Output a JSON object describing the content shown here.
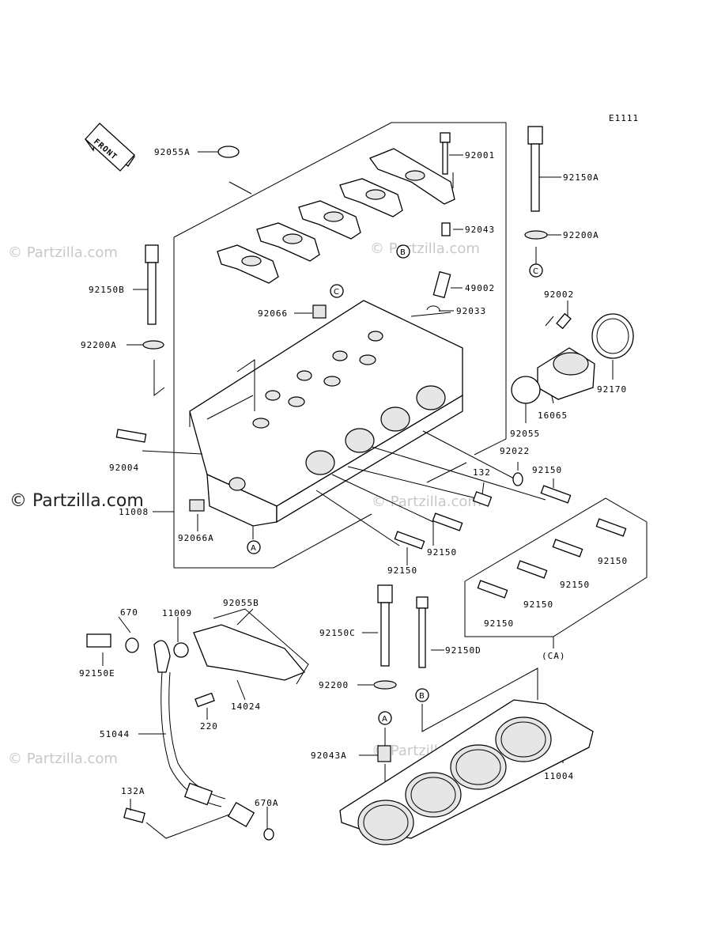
{
  "diagram_code": "E1111",
  "front_label": "FRONT",
  "watermark_text": "© Partzilla.com",
  "callout_letters": {
    "a": "A",
    "b": "B",
    "c": "C"
  },
  "parts": {
    "p92055A": "92055A",
    "p92001": "92001",
    "p92150A": "92150A",
    "p92043": "92043",
    "p92200A_top": "92200A",
    "p92150B": "92150B",
    "p49002": "49002",
    "p92066": "92066",
    "p92033": "92033",
    "p92002": "92002",
    "p92200A_left": "92200A",
    "p92170": "92170",
    "p16065": "16065",
    "p92055": "92055",
    "p92004": "92004",
    "p92022": "92022",
    "p132": "132",
    "p92150_r1": "92150",
    "p11008": "11008",
    "p92066A": "92066A",
    "p92150_a": "92150",
    "p92150_b": "92150",
    "p92150_c1": "92150",
    "p92150_c2": "92150",
    "p92150_c3": "92150",
    "p92150_c4": "92150",
    "pCA": "(CA)",
    "p670": "670",
    "p11009": "11009",
    "p92055B": "92055B",
    "p92150C": "92150C",
    "p92150D": "92150D",
    "p92150E": "92150E",
    "p92200": "92200",
    "p14024": "14024",
    "p220": "220",
    "p51044": "51044",
    "p92043A": "92043A",
    "p11004": "11004",
    "p132A": "132A",
    "p670A": "670A"
  }
}
